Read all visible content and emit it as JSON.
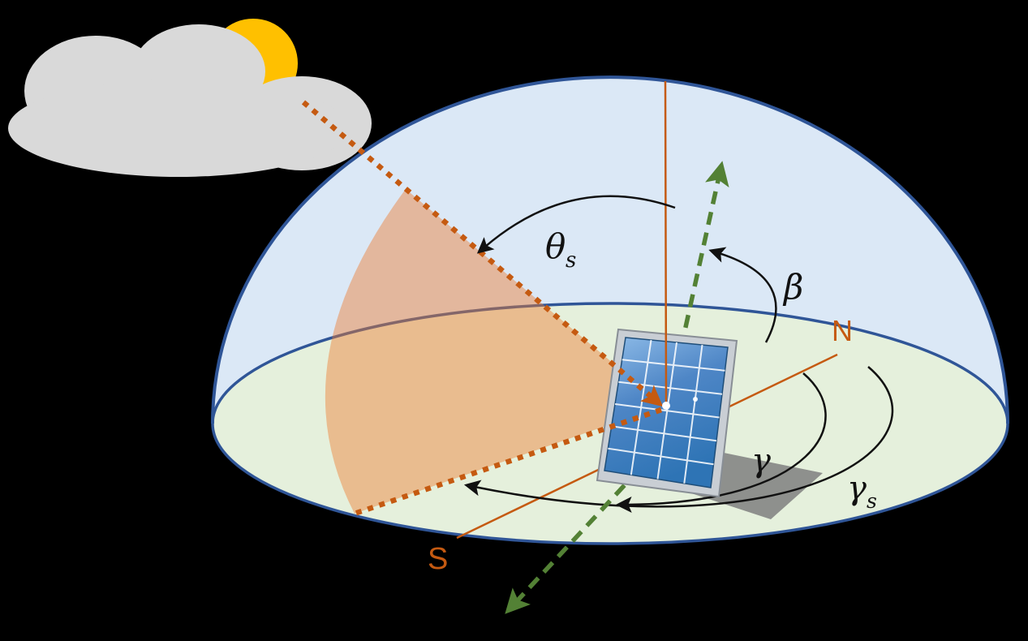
{
  "diagram": {
    "description": "Hemispherical sky-dome diagram of solar panel orientation angles with sun, cloud, tilted PV panel, zenith line and azimuth arcs",
    "labels": {
      "north": "N",
      "south": "S",
      "solar_zenith_symbol": "θ",
      "solar_zenith_sub": "s",
      "tilt_symbol": "β",
      "surface_azimuth_symbol": "γ",
      "solar_azimuth_symbol": "γ",
      "solar_azimuth_sub": "s"
    },
    "colors": {
      "background": "#000000",
      "dome_fill": "#DBE8F6",
      "dome_stroke": "#2F5597",
      "ground_fill": "#E5F0DC",
      "sector_fill": "#ED7D31",
      "orange_axis": "#C55A11",
      "green_normal": "#538135",
      "arc_black": "#111111",
      "sun_yellow": "#FFC000",
      "cloud_gray": "#D9D9D9",
      "panel_frame": "#C9CED4",
      "panel_blue_dark": "#2E74B5",
      "panel_blue_light": "#8FBCE8",
      "shadow_gray": "#7F7F7F",
      "dot_white": "#FFFFFF"
    }
  }
}
